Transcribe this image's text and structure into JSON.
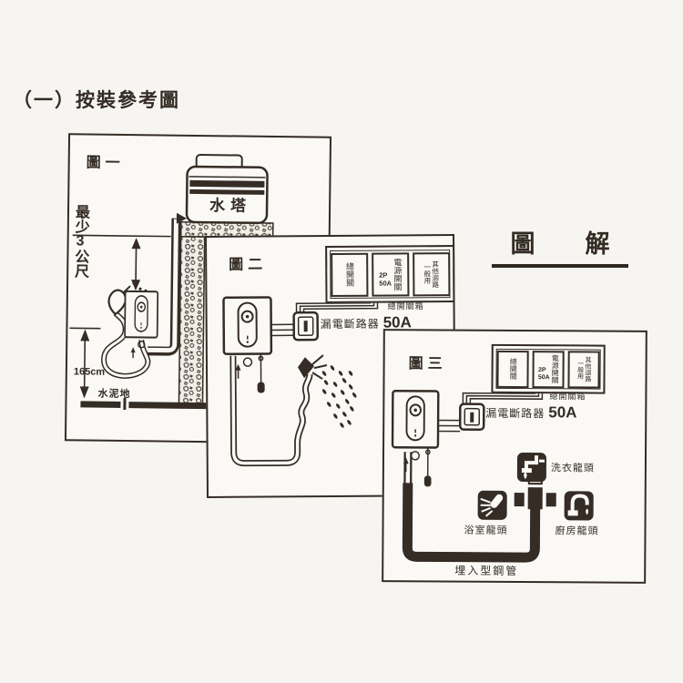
{
  "page": {
    "title": "（一）按裝參考圖",
    "legend_title": "圖　解"
  },
  "colors": {
    "ink": "#332b24",
    "paper": "#f6f5f1",
    "panel_bg": "#faf9f6"
  },
  "icons": {
    "washer_faucet": "washing-machine-faucet-icon",
    "bath_faucet": "shower-head-icon",
    "kitchen_faucet": "kitchen-faucet-icon"
  },
  "figure1": {
    "label": "圖一",
    "water_tower_label": "水塔",
    "min_distance_label": "最少3公尺",
    "height_label": "165cm",
    "floor_label": "水泥地"
  },
  "figure2": {
    "label": "圖二",
    "panel": {
      "main_switch": "總開關",
      "pole": "2P",
      "amp": "50A",
      "power_switch": "電源開關",
      "general_use": "一般用",
      "other_circuits": "其他迴路"
    },
    "switch_box_label": "總開關箱",
    "breaker_label": "漏電斷路器",
    "breaker_rating": "50A"
  },
  "figure3": {
    "label": "圖三",
    "panel": {
      "main_switch": "總開關",
      "pole": "2P",
      "amp": "50A",
      "power_switch": "電源開關",
      "general_use": "一般用",
      "other_circuits": "其他迴路"
    },
    "switch_box_label": "總開關箱",
    "breaker_label": "漏電斷路器",
    "breaker_rating": "50A",
    "washer_faucet_label": "洗衣龍頭",
    "bath_faucet_label": "浴室龍頭",
    "kitchen_faucet_label": "廚房龍頭",
    "buried_pipe_label": "埋入型鋼管"
  }
}
